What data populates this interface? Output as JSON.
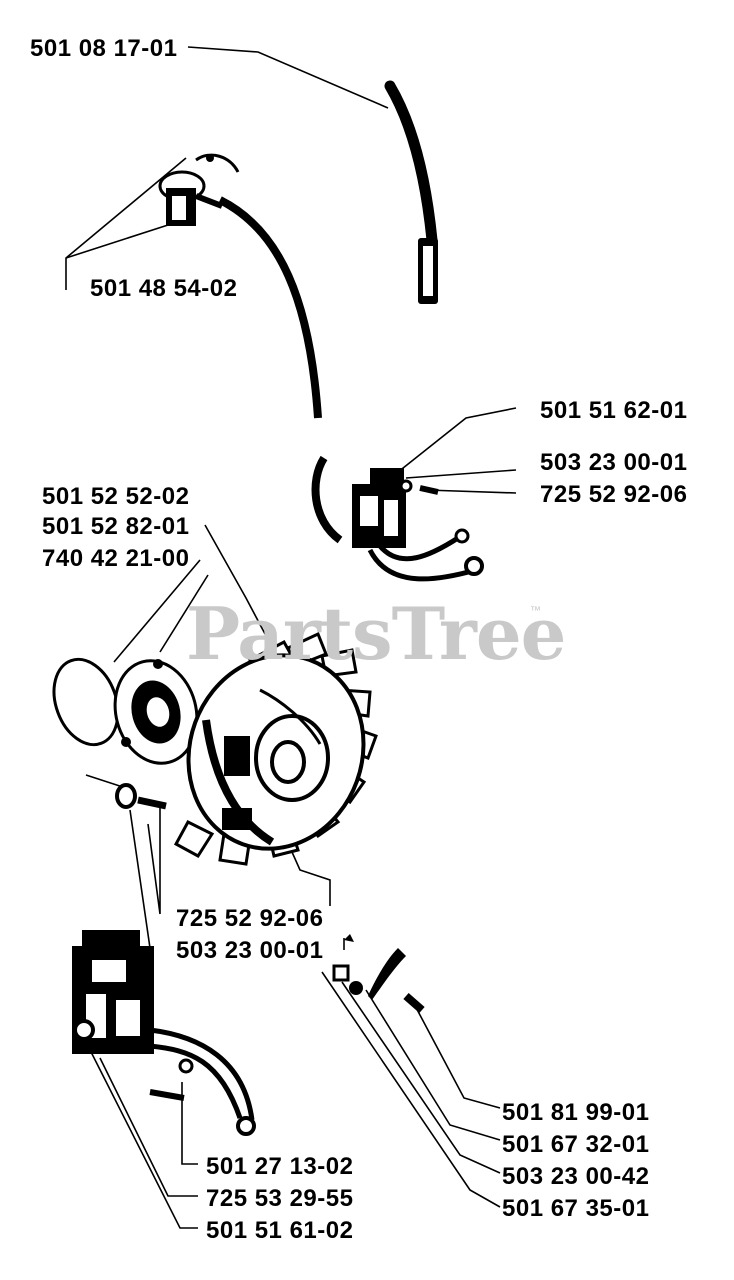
{
  "watermark": {
    "text": "PartsTree",
    "mark": "™"
  },
  "parts": {
    "ignition_lead": "501 08 17-01",
    "spark_plug_cap": "501 48 54-02",
    "lead_clip": "501 51 62-01",
    "washer_upper": "503 23 00-01",
    "screw_upper": "725 52 92-06",
    "starter_pawl_assy": "501 52 52-02",
    "flywheel": "501 52 82-01",
    "oring": "740 42 21-00",
    "flywheel_screw": "725 52 92-06",
    "flywheel_washer": "503 23 00-01",
    "ignition_module_bolt": "501 27 13-02",
    "module_screw": "725 53 29-55",
    "ignition_module": "501 51 61-02",
    "pawl_spring": "501 81 99-01",
    "pawl": "501 67 32-01",
    "pawl_washer": "503 23 00-42",
    "pawl_bolt": "501 67 35-01"
  }
}
